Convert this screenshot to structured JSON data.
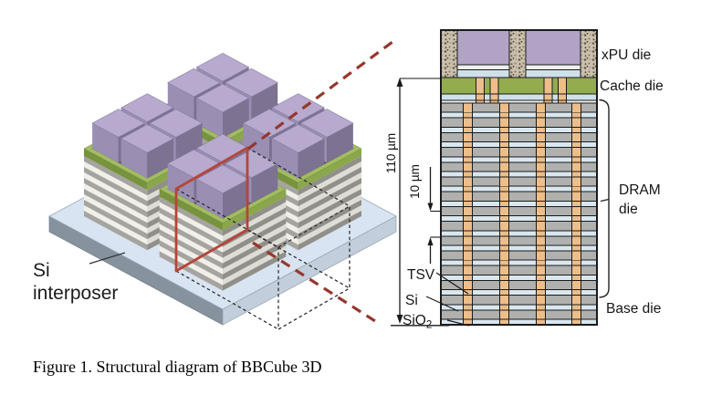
{
  "figure": {
    "caption": "Figure 1. Structural diagram of BBCube 3D"
  },
  "iso_view": {
    "interposer_label_line1": "Si",
    "interposer_label_line2": "interposer"
  },
  "cross_section": {
    "die_labels": {
      "xpu": "xPU die",
      "cache": "Cache die",
      "dram_line1": "DRAM",
      "dram_line2": "die",
      "base": "Base die"
    },
    "layer_labels": {
      "tsv": "TSV",
      "si": "Si",
      "sio2_base": "SiO",
      "sio2_sub": "2"
    },
    "dimensions": {
      "total_height": "110 µm",
      "die_pitch": "10 µm"
    }
  },
  "palette": {
    "xpu_purple": "#b0a3c6",
    "cache_green": "#93ac4e",
    "tsv_orange": "#edbe8a",
    "si_gray": "#b0b0ae",
    "sio2_blue": "#d8e7f0",
    "mold_tan": "#cbc0ab",
    "interposer_blue": "#d9e4f2",
    "highlight_red": "#b6453a",
    "connector_red": "#96372d",
    "line_black": "#1a1a1a"
  }
}
